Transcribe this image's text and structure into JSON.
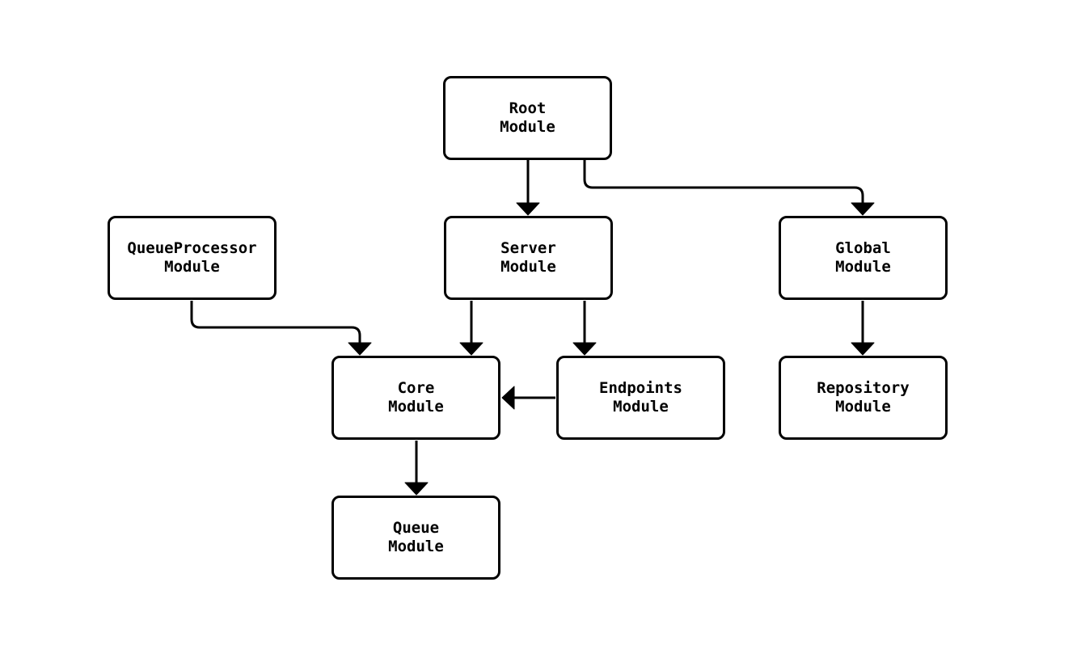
{
  "diagram": {
    "type": "flowchart",
    "direction": "top-down",
    "background_color": "#ffffff",
    "node_fill_color": "#ffffff",
    "node_border_color": "#000000",
    "edge_color": "#000000",
    "text_color": "#000000",
    "nodes": {
      "root": {
        "label": "Root\nModule"
      },
      "server": {
        "label": "Server\nModule"
      },
      "global": {
        "label": "Global\nModule"
      },
      "queueprocessor": {
        "label": "QueueProcessor\nModule"
      },
      "core": {
        "label": "Core\nModule"
      },
      "endpoints": {
        "label": "Endpoints\nModule"
      },
      "repository": {
        "label": "Repository\nModule"
      },
      "queue": {
        "label": "Queue\nModule"
      }
    },
    "edges": [
      {
        "from": "Root Module",
        "to": "Server Module"
      },
      {
        "from": "Root Module",
        "to": "Global Module"
      },
      {
        "from": "QueueProcessor Module",
        "to": "Core Module"
      },
      {
        "from": "Server Module",
        "to": "Core Module"
      },
      {
        "from": "Server Module",
        "to": "Endpoints Module"
      },
      {
        "from": "Endpoints Module",
        "to": "Core Module"
      },
      {
        "from": "Global Module",
        "to": "Repository Module"
      },
      {
        "from": "Core Module",
        "to": "Queue Module"
      }
    ]
  }
}
